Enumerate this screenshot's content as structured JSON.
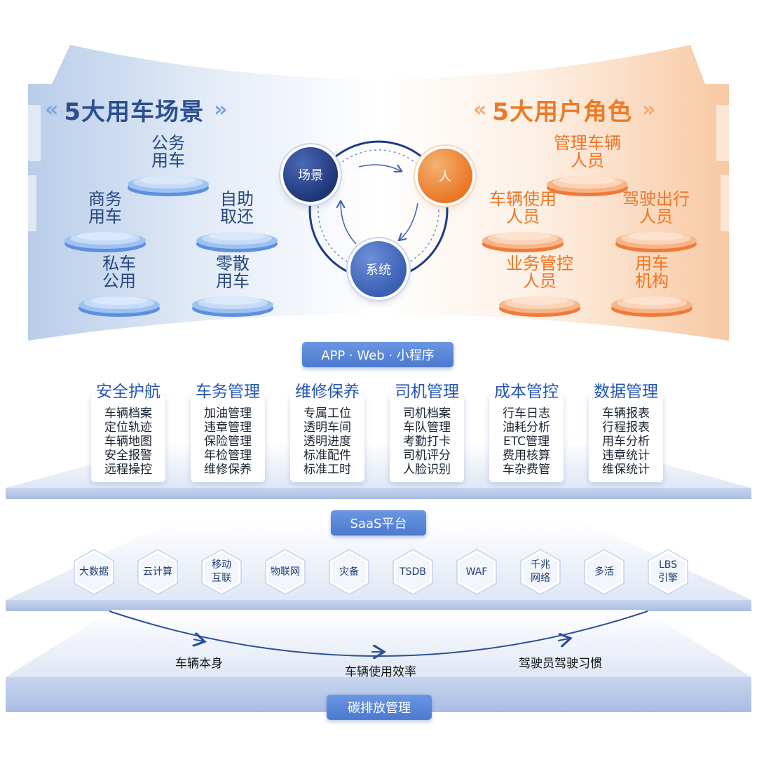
{
  "scenarios": {
    "title": "5大用车场景",
    "items": [
      "公务\n用车",
      "商务\n用车",
      "自助\n取还",
      "私车\n公用",
      "零散\n用车"
    ]
  },
  "roles": {
    "title": "5大用户角色",
    "items": [
      "管理车辆\n人员",
      "车辆使用\n人员",
      "驾驶出行\n人员",
      "业务管控\n人员",
      "用车\n机构"
    ]
  },
  "cycle": {
    "scene": "场景",
    "person": "人",
    "system": "系统"
  },
  "channels": "APP · Web · 小程序",
  "modules": [
    {
      "title": "安全护航",
      "items": [
        "车辆档案",
        "定位轨迹",
        "车辆地图",
        "安全报警",
        "远程操控"
      ]
    },
    {
      "title": "车务管理",
      "items": [
        "加油管理",
        "违章管理",
        "保险管理",
        "年检管理",
        "维修保养"
      ]
    },
    {
      "title": "维修保养",
      "items": [
        "专属工位",
        "透明车间",
        "透明进度",
        "标准配件",
        "标准工时"
      ]
    },
    {
      "title": "司机管理",
      "items": [
        "司机档案",
        "车队管理",
        "考勤打卡",
        "司机评分",
        "人脸识别"
      ]
    },
    {
      "title": "成本管控",
      "items": [
        "行车日志",
        "油耗分析",
        "ETC管理",
        "费用核算",
        "车杂费管"
      ]
    },
    {
      "title": "数据管理",
      "items": [
        "车辆报表",
        "行程报表",
        "用车分析",
        "违章统计",
        "维保统计"
      ]
    }
  ],
  "saas": {
    "label": "SaaS平台",
    "items": [
      "大数据",
      "云计算",
      "移动\n互联",
      "物联网",
      "灾备",
      "TSDB",
      "WAF",
      "千兆\n网络",
      "多活",
      "LBS\n引擎"
    ]
  },
  "impact": [
    "车辆本身",
    "车辆使用效率",
    "驾驶员驾驶习惯"
  ],
  "carbon": "碳排放管理",
  "colors": {
    "blue": "#2b4f8f",
    "orange": "#ec7b28",
    "accent": "#4d79cf"
  }
}
